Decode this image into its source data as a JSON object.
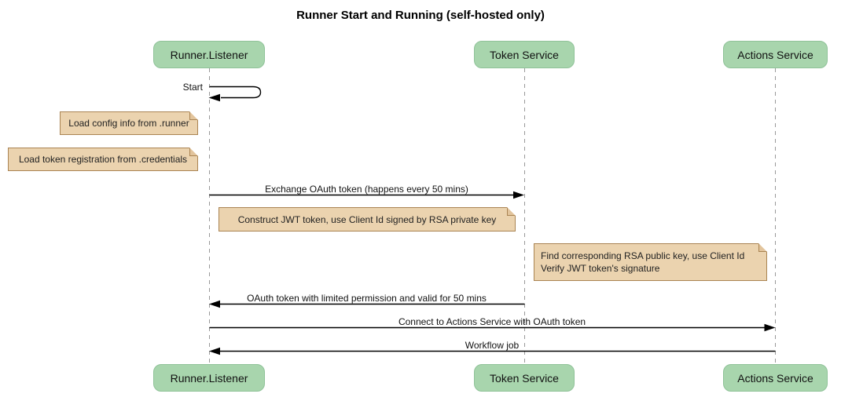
{
  "diagram": {
    "title": "Runner Start and Running (self-hosted only)",
    "type": "sequence-diagram",
    "participants": [
      {
        "name": "Runner.Listener"
      },
      {
        "name": "Token Service"
      },
      {
        "name": "Actions Service"
      }
    ],
    "messages": [
      {
        "label": "Start",
        "from": "Runner.Listener",
        "to": "Runner.Listener",
        "kind": "self"
      },
      {
        "label": "Exchange OAuth token (happens every 50 mins)",
        "from": "Runner.Listener",
        "to": "Token Service",
        "kind": "solid-arrow"
      },
      {
        "label": "OAuth token with limited permission and valid for 50 mins",
        "from": "Token Service",
        "to": "Runner.Listener",
        "kind": "solid-arrow"
      },
      {
        "label": "Connect to Actions Service with OAuth token",
        "from": "Runner.Listener",
        "to": "Actions Service",
        "kind": "solid-arrow"
      },
      {
        "label": "Workflow job",
        "from": "Actions Service",
        "to": "Runner.Listener",
        "kind": "solid-arrow"
      }
    ],
    "notes": [
      {
        "text": "Load config info from .runner",
        "position": "left of Runner.Listener"
      },
      {
        "text": "Load token registration from .credentials",
        "position": "left of Runner.Listener"
      },
      {
        "text": "Construct JWT token, use Client Id signed by RSA private key",
        "position": "right of Runner.Listener"
      },
      {
        "text": "Find corresponding RSA public key, use Client Id\nVerify JWT token's signature",
        "position": "right of Token Service"
      }
    ],
    "colors": {
      "participant_fill": "#a8d5ad",
      "participant_border": "#8fc298",
      "note_fill": "#ebd3af",
      "note_border": "#aa8453",
      "lifeline": "#999999",
      "message_line": "#000000",
      "background": "#ffffff"
    }
  }
}
